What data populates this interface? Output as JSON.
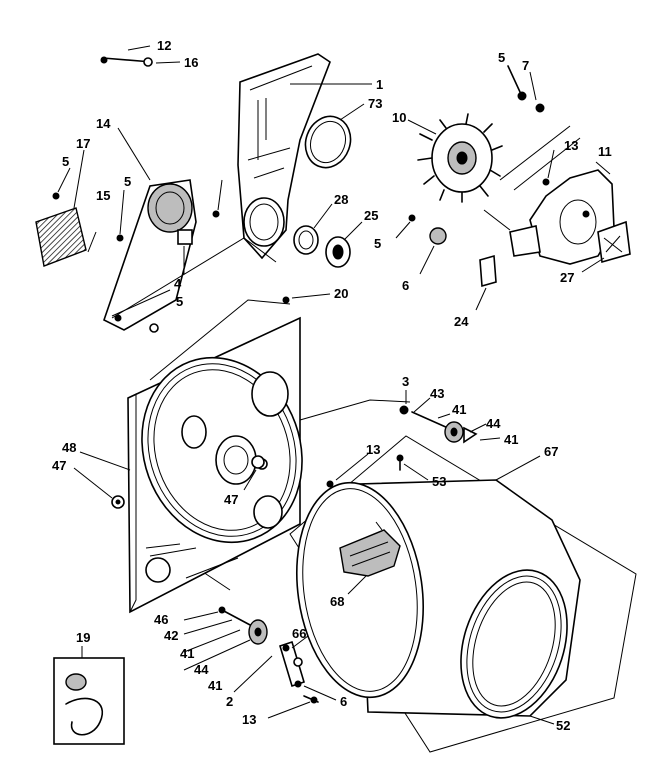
{
  "diagram": {
    "part_labels": [
      "12",
      "16",
      "1",
      "73",
      "5",
      "7",
      "10",
      "13",
      "11",
      "14",
      "17",
      "5",
      "5",
      "15",
      "28",
      "25",
      "5",
      "6",
      "27",
      "4",
      "5",
      "20",
      "24",
      "3",
      "43",
      "41",
      "44",
      "41",
      "48",
      "47",
      "13",
      "67",
      "47",
      "53",
      "68",
      "46",
      "42",
      "41",
      "44",
      "41",
      "66",
      "2",
      "6",
      "13",
      "52",
      "19"
    ]
  }
}
